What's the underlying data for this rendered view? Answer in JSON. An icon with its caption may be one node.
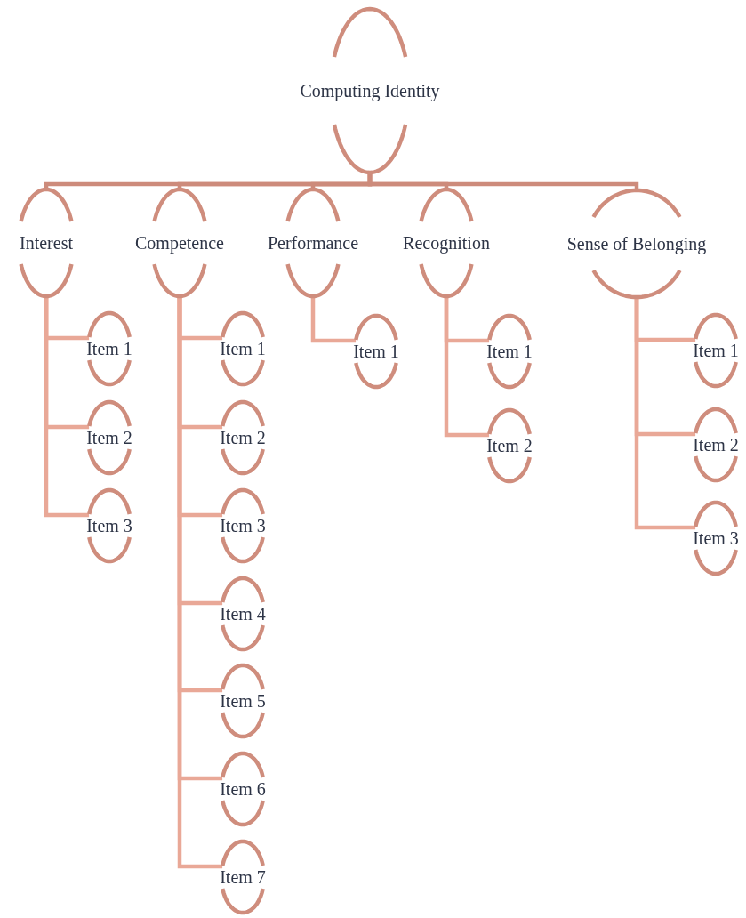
{
  "diagram": {
    "nodes": [
      {
        "text": [
          "Computing Identity"
        ]
      },
      {
        "text": [
          "Interest"
        ]
      },
      {
        "text": [
          "Competence"
        ]
      },
      {
        "text": [
          "Performance"
        ]
      },
      {
        "text": [
          "Recognition"
        ]
      },
      {
        "text": [
          "Sense of Belonging"
        ]
      },
      {
        "text": [
          "Item 1"
        ]
      },
      {
        "text": [
          "Item 2"
        ]
      },
      {
        "text": [
          "Item 3"
        ]
      },
      {
        "text": [
          "Item 1"
        ]
      },
      {
        "text": [
          "Item 2"
        ]
      },
      {
        "text": [
          "Item 3"
        ]
      },
      {
        "text": [
          "Item 4"
        ]
      },
      {
        "text": [
          "Item 5"
        ]
      },
      {
        "text": [
          "Item 6"
        ]
      },
      {
        "text": [
          "Item 7"
        ]
      },
      {
        "text": [
          "Item 1"
        ]
      },
      {
        "text": [
          "Item 1"
        ]
      },
      {
        "text": [
          "Item 2"
        ]
      },
      {
        "text": [
          "Item 1"
        ]
      },
      {
        "text": [
          "Item 2"
        ]
      },
      {
        "text": [
          "Item 3"
        ]
      }
    ],
    "edges": [
      {
        "from": 0,
        "to": 1,
        "arrow": "none",
        "color": "#cd8b7b"
      },
      {
        "from": 0,
        "to": 2,
        "arrow": "none",
        "color": "#cd8b7b"
      },
      {
        "from": 0,
        "to": 3,
        "arrow": "none",
        "color": "#cd8b7b"
      },
      {
        "from": 0,
        "to": 4,
        "arrow": "none",
        "color": "#cd8b7b"
      },
      {
        "from": 0,
        "to": 5,
        "arrow": "none",
        "color": "#cd8b7b"
      },
      {
        "from": 1,
        "to": 6,
        "arrow": "none"
      },
      {
        "from": 1,
        "to": 7,
        "arrow": "none"
      },
      {
        "from": 1,
        "to": 8,
        "arrow": "none"
      },
      {
        "from": 2,
        "to": 9,
        "arrow": "none"
      },
      {
        "from": 2,
        "to": 10,
        "arrow": "none"
      },
      {
        "from": 2,
        "to": 11,
        "arrow": "none"
      },
      {
        "from": 2,
        "to": 12,
        "arrow": "none"
      },
      {
        "from": 2,
        "to": 13,
        "arrow": "none"
      },
      {
        "from": 2,
        "to": 14,
        "arrow": "none"
      },
      {
        "from": 2,
        "to": 15,
        "arrow": "none"
      },
      {
        "from": 3,
        "to": 16,
        "arrow": "none"
      },
      {
        "from": 4,
        "to": 17,
        "arrow": "none"
      },
      {
        "from": 4,
        "to": 18,
        "arrow": "none"
      },
      {
        "from": 5,
        "to": 19,
        "arrow": "none"
      },
      {
        "from": 5,
        "to": 20,
        "arrow": "none"
      },
      {
        "from": 5,
        "to": 21,
        "arrow": "none"
      }
    ]
  }
}
